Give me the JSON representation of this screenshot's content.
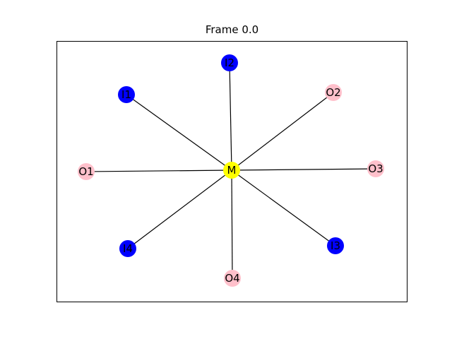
{
  "title": "Frame 0.0",
  "colors": {
    "input": "#0000ff",
    "output": "#ffc0cb",
    "center": "#ffff00",
    "edge": "#000000",
    "frame": "#000000"
  },
  "nodes": [
    {
      "id": "M",
      "role": "center"
    },
    {
      "id": "I1",
      "role": "input"
    },
    {
      "id": "I2",
      "role": "input"
    },
    {
      "id": "I3",
      "role": "input"
    },
    {
      "id": "I4",
      "role": "input"
    },
    {
      "id": "O1",
      "role": "output"
    },
    {
      "id": "O2",
      "role": "output"
    },
    {
      "id": "O3",
      "role": "output"
    },
    {
      "id": "O4",
      "role": "output"
    }
  ],
  "edges": [
    [
      "M",
      "I1"
    ],
    [
      "M",
      "I2"
    ],
    [
      "M",
      "I3"
    ],
    [
      "M",
      "I4"
    ],
    [
      "M",
      "O1"
    ],
    [
      "M",
      "O2"
    ],
    [
      "M",
      "O3"
    ],
    [
      "M",
      "O4"
    ]
  ]
}
